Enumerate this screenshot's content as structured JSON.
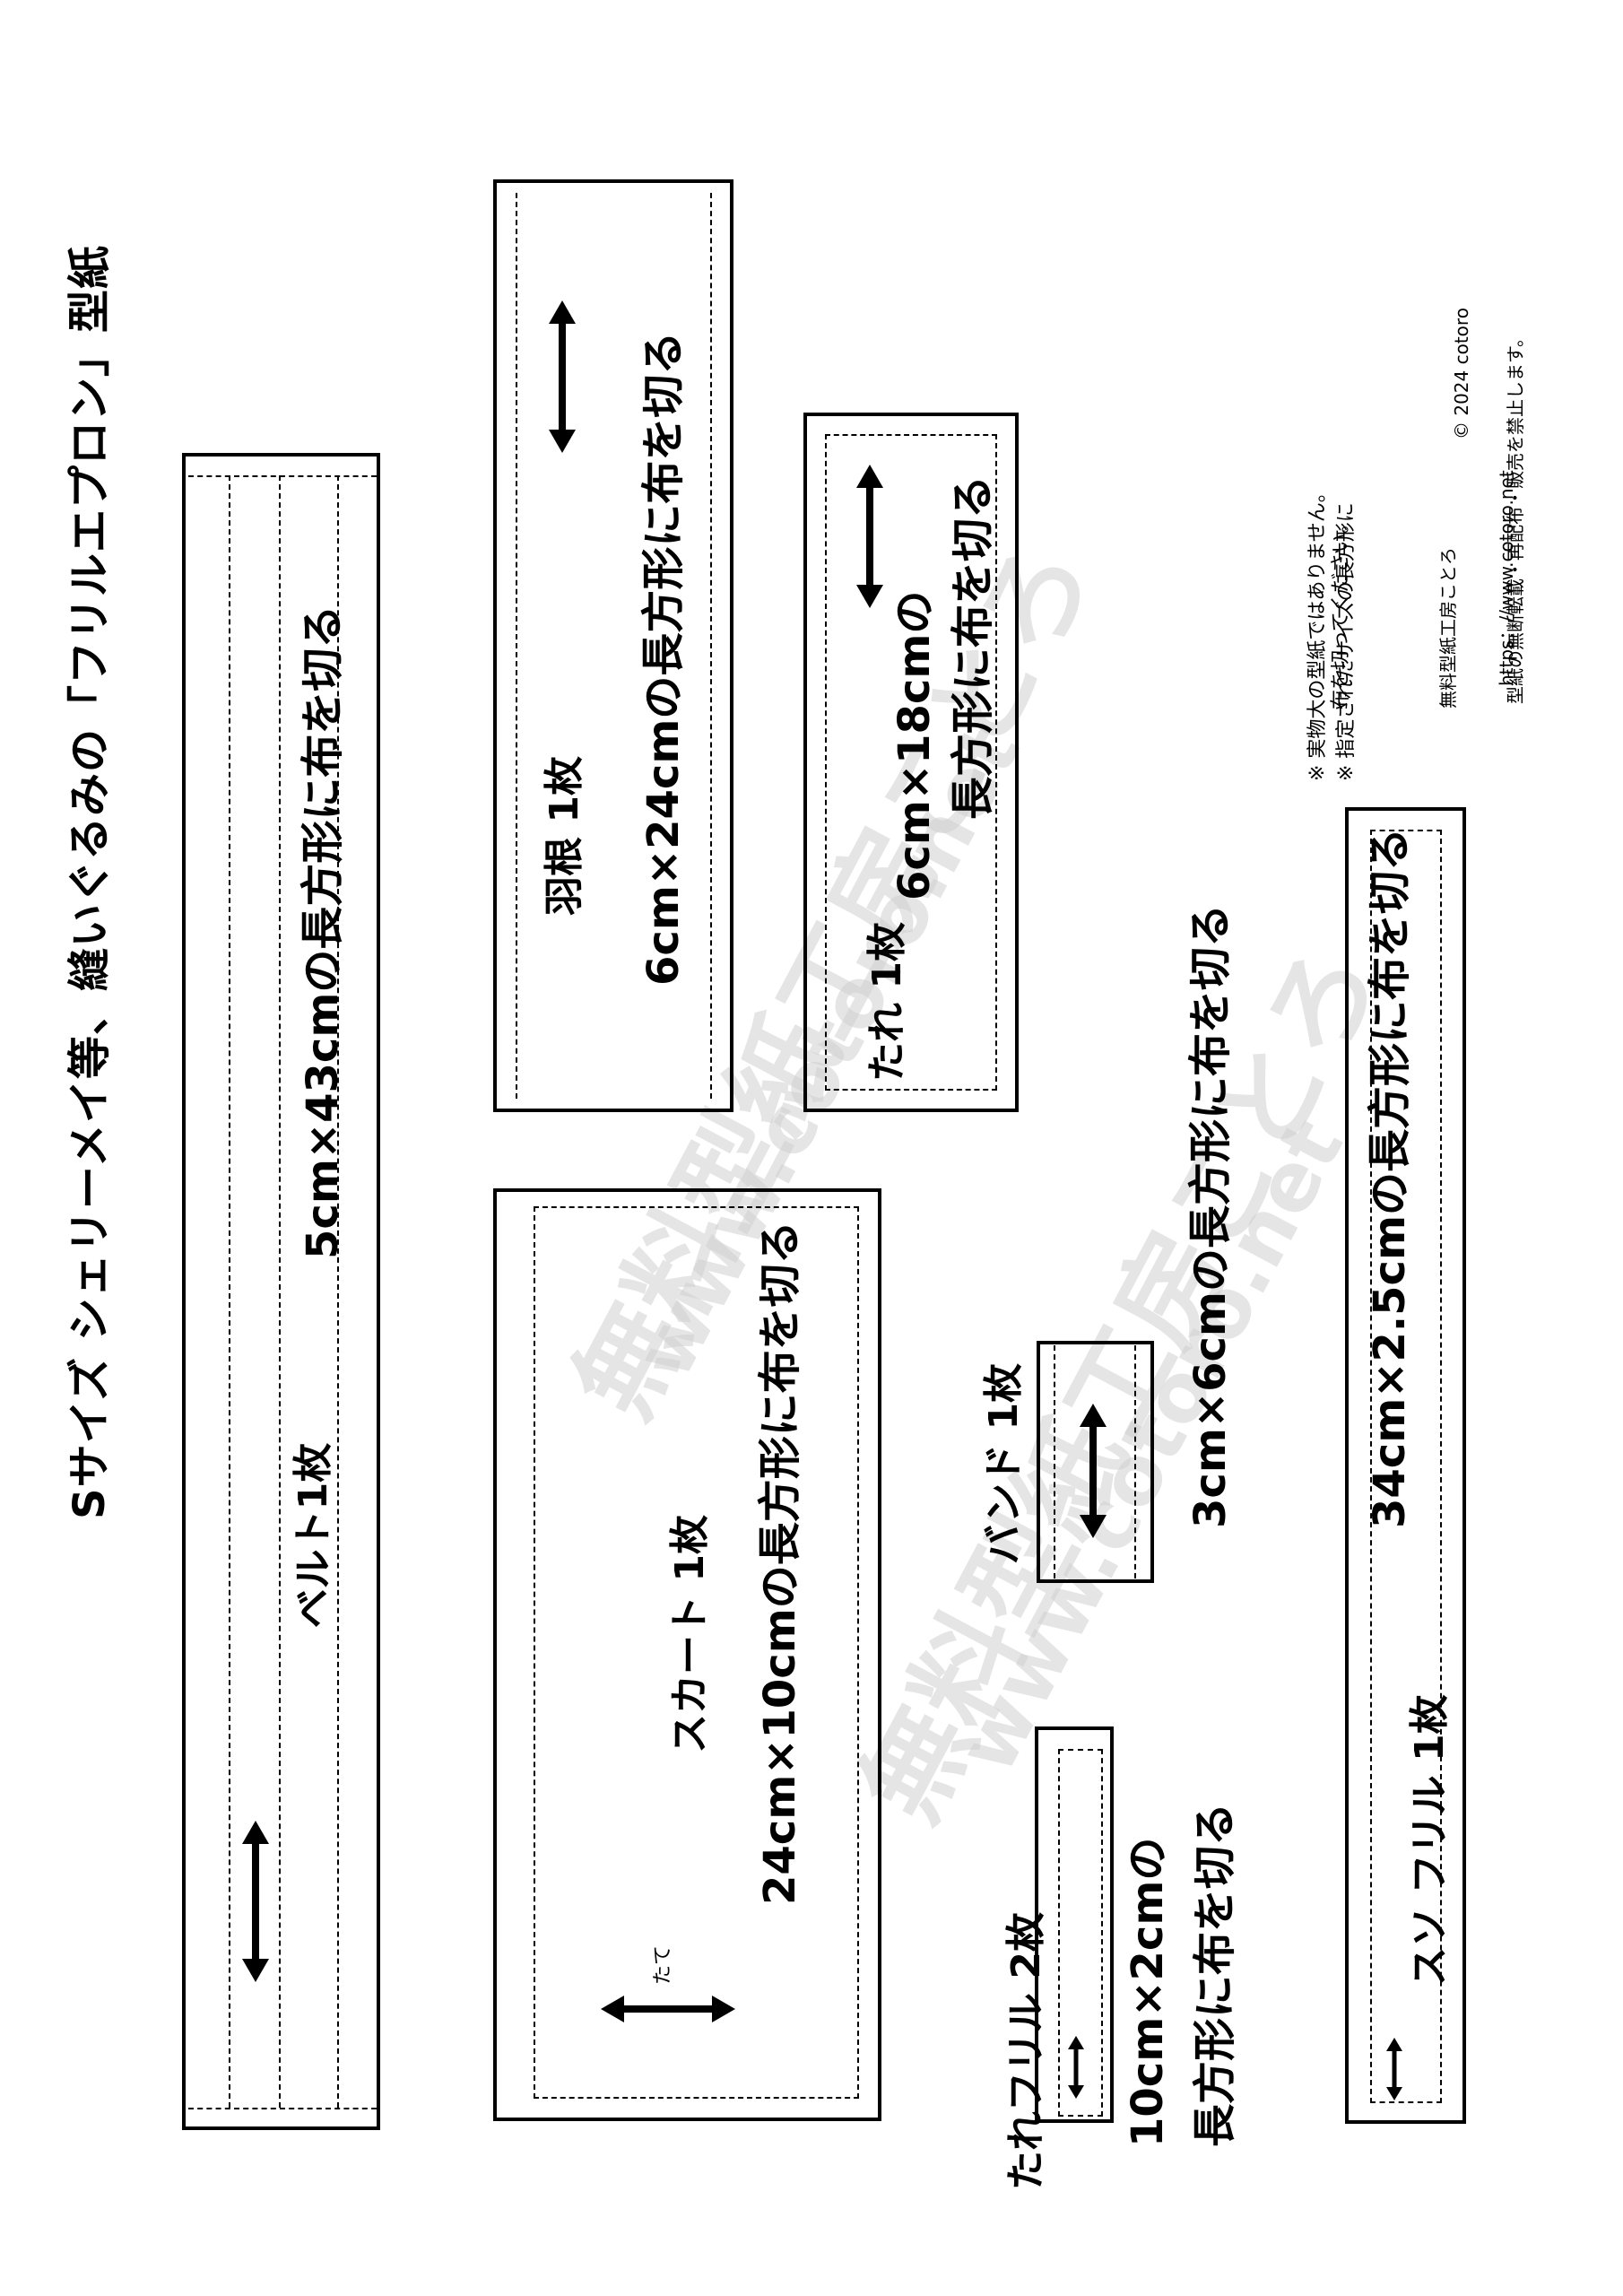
{
  "title": "Sサイズ シェリーメイ等、縫いぐるみの「フリルエプロン」型紙",
  "pieces": {
    "belt": {
      "label": "ベルト1枚",
      "instruction": "5cm×43cmの長方形に布を切る"
    },
    "feather": {
      "label": "羽根 1枚",
      "instruction": "6cm×24cmの長方形に布を切る"
    },
    "tare": {
      "label": "たれ 1枚",
      "instruction1": "6cm×18cmの",
      "instruction2": "長方形に布を切る"
    },
    "skirt": {
      "label": "スカート 1枚",
      "instruction": "24cm×10cmの長方形に布を切る",
      "grain": "たて"
    },
    "band": {
      "label": "バンド 1枚",
      "instruction": "3cm×6cmの長方形に布を切る"
    },
    "tare_frill": {
      "label": "たれフリル 2枚",
      "instruction1": "10cm×2cmの",
      "instruction2": "長方形に布を切る"
    },
    "hem_frill": {
      "label": "スソ フリル 1枚",
      "instruction": "34cm×2.5cmの長方形に布を切る"
    }
  },
  "notes": {
    "line1": "※ 実物大の型紙ではありません。",
    "line2": "※ 指定されたサイズの長方形に",
    "line3": "布を切ってください。"
  },
  "footer": {
    "brand": "無料型紙工房ことろ",
    "copyright": "© 2024 cotoro",
    "url": "https：//www.cotoro.net",
    "prohibition": "型紙の無断転載・再配布・販売を禁止します。"
  },
  "watermark": {
    "line1": "無料型紙工房ことろ",
    "line2": "www.cotoro.net"
  }
}
